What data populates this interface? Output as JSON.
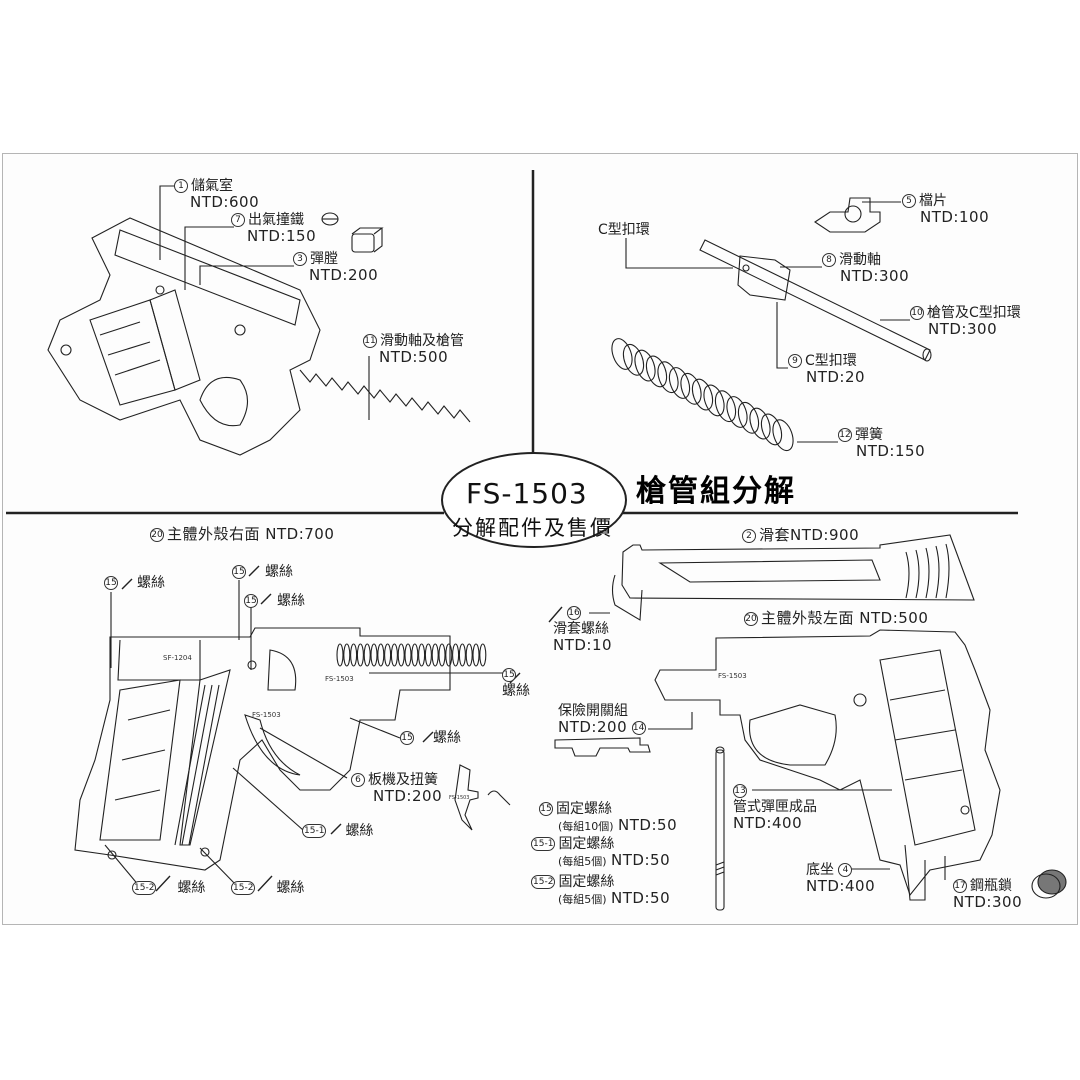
{
  "header": {
    "model": "FS-1503",
    "subtitle": "分解配件及售價",
    "section_title": "槍管組分解"
  },
  "colors": {
    "line": "#222222",
    "frame": "#b5b5b5",
    "background": "#ffffff"
  },
  "top_left": {
    "parts": [
      {
        "no": "1",
        "name": "儲氣室",
        "price": "NTD:600"
      },
      {
        "no": "7",
        "name": "出氣撞鐵",
        "price": "NTD:150"
      },
      {
        "no": "3",
        "name": "彈膛",
        "price": "NTD:200"
      },
      {
        "no": "11",
        "name": "滑動軸及槍管",
        "price": "NTD:500"
      }
    ]
  },
  "top_right": {
    "c_ring_label": "C型扣環",
    "parts": [
      {
        "no": "5",
        "name": "檔片",
        "price": "NTD:100"
      },
      {
        "no": "8",
        "name": "滑動軸",
        "price": "NTD:300"
      },
      {
        "no": "10",
        "name": "槍管及C型扣環",
        "price": "NTD:300"
      },
      {
        "no": "9",
        "name": "C型扣環",
        "price": "NTD:20"
      },
      {
        "no": "12",
        "name": "彈簧",
        "price": "NTD:150"
      }
    ]
  },
  "bottom_left": {
    "heading": {
      "no": "20",
      "text": "主體外殼右面 NTD:700"
    },
    "screw_label": "螺絲",
    "screws": [
      {
        "no": "15"
      },
      {
        "no": "15"
      },
      {
        "no": "15"
      },
      {
        "no": "15"
      },
      {
        "no": "15"
      },
      {
        "no": "15-1"
      },
      {
        "no": "15-2"
      },
      {
        "no": "15-2"
      }
    ],
    "trigger": {
      "no": "6",
      "name": "板機及扭簧",
      "price": "NTD:200"
    },
    "stamps": [
      "SF-1204",
      "FS-1503",
      "FS-1503",
      "FS-1503"
    ]
  },
  "bottom_right": {
    "slide": {
      "no": "2",
      "text": "滑套NTD:900"
    },
    "slide_screw": {
      "no": "16",
      "name": "滑套螺絲",
      "price": "NTD:10"
    },
    "left_shell": {
      "no": "20",
      "text": "主體外殼左面 NTD:500"
    },
    "safety": {
      "no": "14",
      "name": "保險開關組",
      "price": "NTD:200"
    },
    "magazine": {
      "no": "13",
      "name": "管式彈匣成品",
      "price": "NTD:400"
    },
    "base": {
      "no": "4",
      "name": "底坐",
      "price": "NTD:400"
    },
    "cylinder_lock": {
      "no": "17",
      "name": "鋼瓶鎖",
      "price": "NTD:300"
    },
    "fixing_screws": [
      {
        "no": "15",
        "name": "固定螺絲",
        "qty": "(每組10個)",
        "price": "NTD:50"
      },
      {
        "no": "15-1",
        "name": "固定螺絲",
        "qty": "(每組5個)",
        "price": "NTD:50"
      },
      {
        "no": "15-2",
        "name": "固定螺絲",
        "qty": "(每組5個)",
        "price": "NTD:50"
      }
    ],
    "stamp": "FS-1503"
  }
}
